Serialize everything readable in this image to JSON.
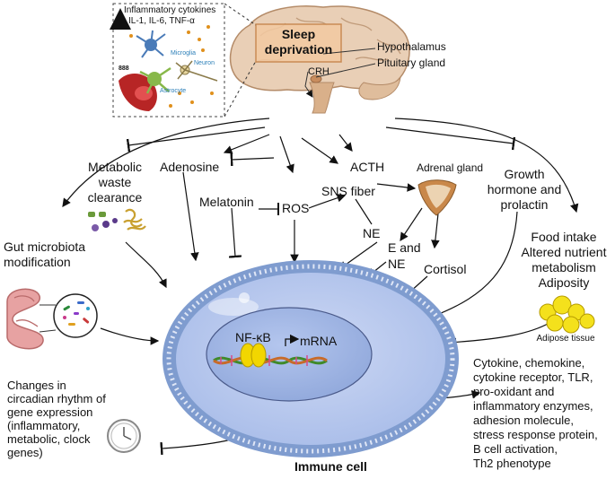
{
  "inset": {
    "arrow_symbol": "↑",
    "line1": "Inflammatory cytokines",
    "line2": "IL-1, IL-6, TNF-α",
    "microglia": "Microglia",
    "neuron": "Neuron",
    "astrocyte": "Astrocyte",
    "bbb": "888"
  },
  "brain": {
    "title_line1": "Sleep",
    "title_line2": "deprivation",
    "hypothalamus": "Hypothalamus",
    "pituitary": "Pituitary gland",
    "crh": "CRH"
  },
  "pathways": {
    "metabolic_l1": "Metabolic",
    "metabolic_l2": "waste",
    "metabolic_l3": "clearance",
    "adenosine": "Adenosine",
    "melatonin": "Melatonin",
    "ros": "ROS",
    "sns": "SNS fiber",
    "acth": "ACTH",
    "adrenal": "Adrenal gland",
    "ne": "NE",
    "e_and": "E and",
    "e_ne": "NE",
    "cortisol": "Cortisol",
    "growth_l1": "Growth",
    "growth_l2": "hormone and",
    "growth_l3": "prolactin",
    "gut_l1": "Gut microbiota",
    "gut_l2": "modification",
    "food_l1": "Food intake",
    "food_l2": "Altered nutrient",
    "food_l3": "metabolism",
    "food_l4": "Adiposity",
    "adipose": "Adipose tissue"
  },
  "cell": {
    "nfkb": "NF-κB",
    "mrna": "mRNA",
    "label": "Immune cell"
  },
  "outputs": {
    "circadian": [
      "Changes in",
      "circadian rhythm of",
      "gene expression",
      "(inflammatory,",
      "metabolic, clock",
      "genes)"
    ],
    "genes": [
      "Cytokine, chemokine,",
      "cytokine receptor, TLR,",
      "pro-oxidant and",
      "inflammatory enzymes,",
      "adhesion molecule,",
      "stress response protein,",
      "B cell activation,",
      "Th2 phenotype"
    ]
  },
  "colors": {
    "brain": "#e6cbb0",
    "hypothalamus_box": "#f2c9a1",
    "membrane": "#7f9ccf",
    "cytoplasm": "#b9c9ee",
    "nucleus": "#9fb5e2",
    "nfkb": "#f2d600",
    "adipose": "#f4e11c"
  }
}
